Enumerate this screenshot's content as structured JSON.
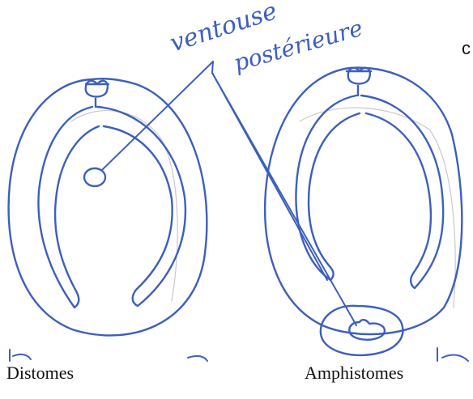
{
  "label": {
    "line1": "ventouse",
    "line2": "postérieure"
  },
  "captions": {
    "left": "Distomes",
    "right": "Amphistomes"
  },
  "edge_text": "c",
  "colors": {
    "ink": "#3d5fbd",
    "pencil": "#c9c9cf",
    "caption": "#111111",
    "background": "#ffffff"
  }
}
